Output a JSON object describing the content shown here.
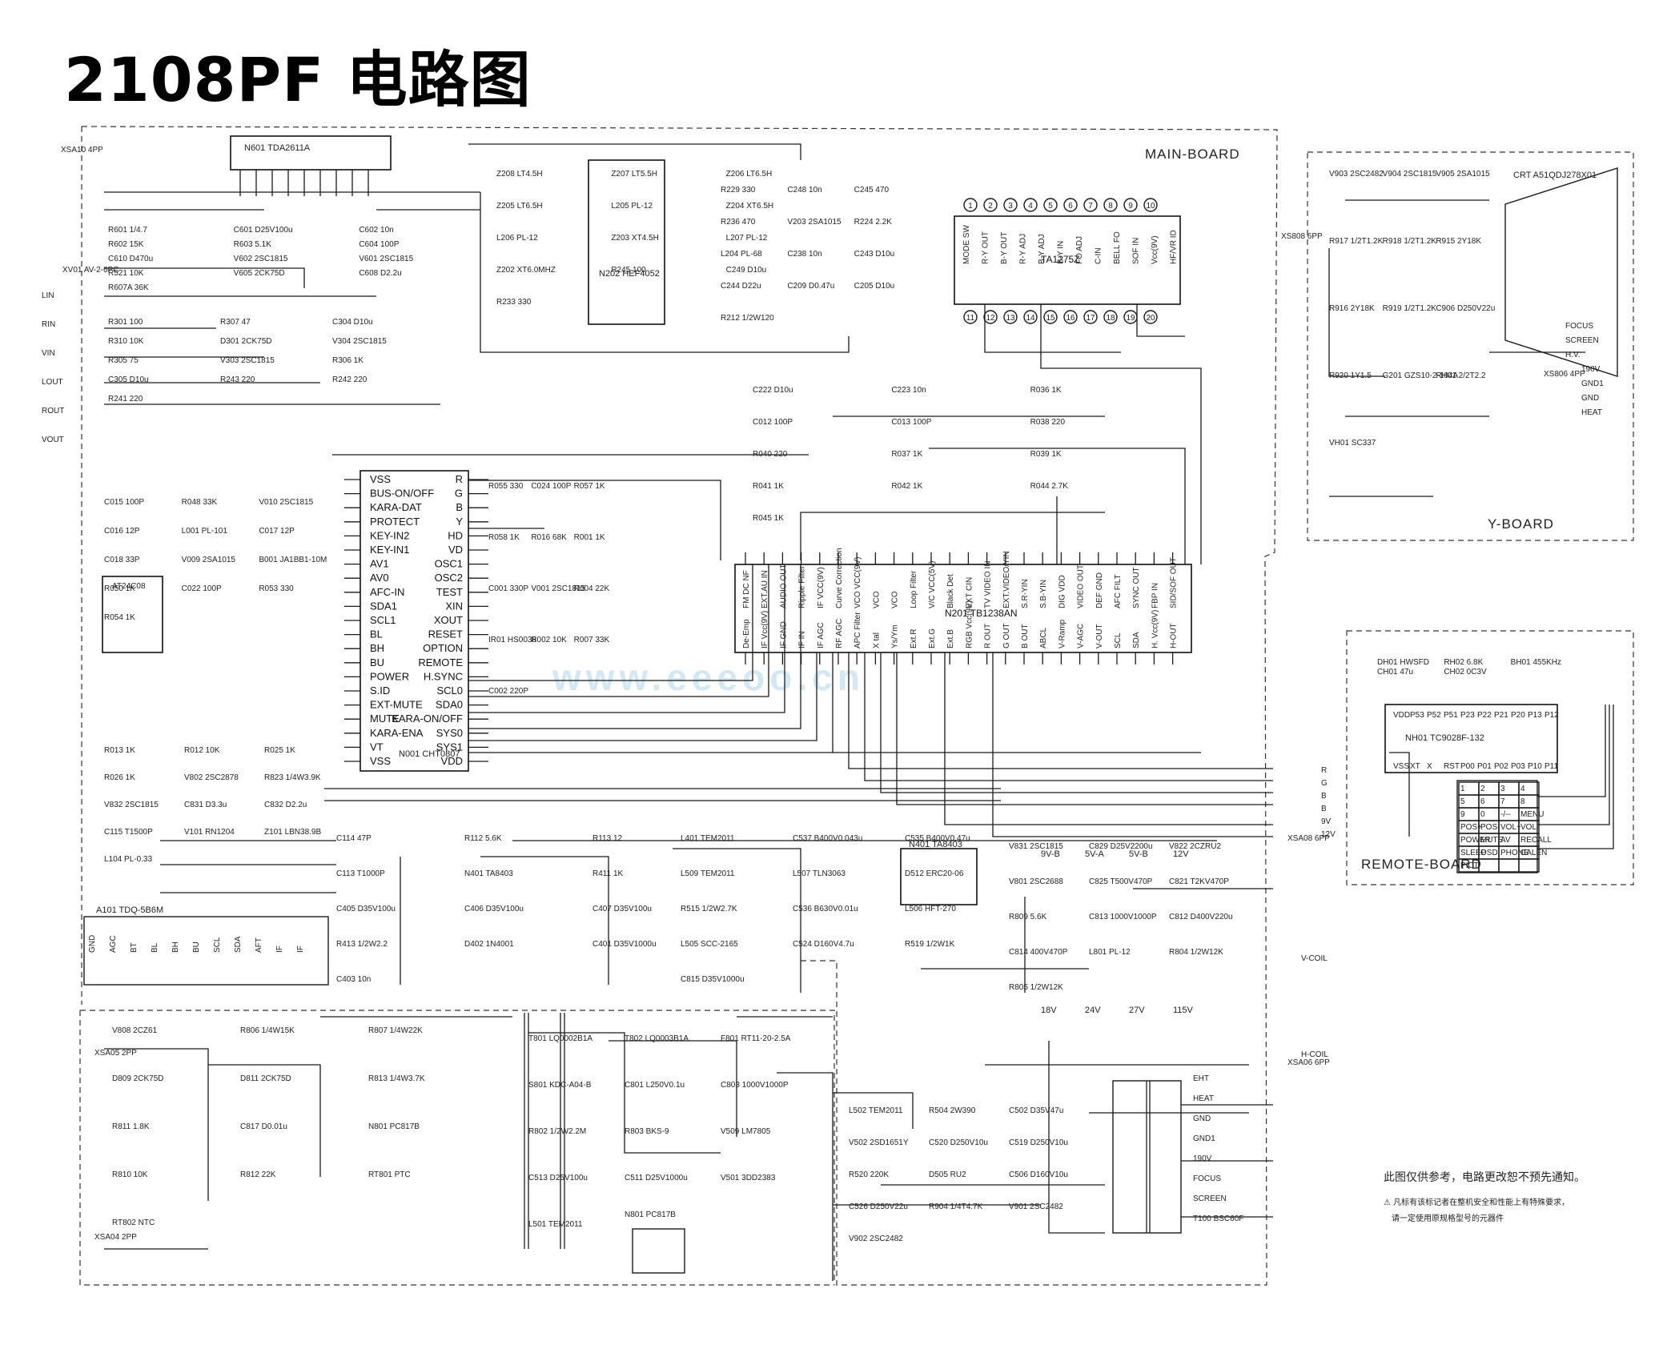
{
  "title": "2108PF 电路图",
  "boards": {
    "main": "MAIN-BOARD",
    "y": "Y-BOARD",
    "remote": "REMOTE-BOARD"
  },
  "watermark": "www.eeeoo.cn",
  "ics": {
    "n601": "N601 TDA2611A",
    "n202": "N202 HEF4052",
    "n201_part": "TA1275Z",
    "n201_main": "N201 TB1238AN",
    "n001": "N001 CHT0807",
    "ac02": "AT24C08",
    "nh01": "NH01 TC9028F-132",
    "n401": "N401 TA8403",
    "n601_sec": "N801 PC817B",
    "crt": "CRT A51QDJ278X01"
  },
  "cpu_left_pins": [
    "VSS",
    "BUS-ON/OFF",
    "KARA-DAT",
    "PROTECT",
    "KEY-IN2",
    "KEY-IN1",
    "AV1",
    "AV0",
    "AFC-IN",
    "SDA1",
    "SCL1",
    "BL",
    "BH",
    "BU",
    "POWER",
    "S.ID",
    "EXT-MUTE",
    "MUTE",
    "KARA-ENA",
    "VT",
    "VSS"
  ],
  "cpu_right_pins": [
    "R",
    "G",
    "B",
    "Y",
    "HD",
    "VD",
    "OSC1",
    "OSC2",
    "TEST",
    "XIN",
    "XOUT",
    "RESET",
    "OPTION",
    "REMOTE",
    "H.SYNC",
    "SCL0",
    "SDA0",
    "KARA-ON/OFF",
    "SYS0",
    "SYS1",
    "VDD"
  ],
  "ta1275_pins": [
    "MODE SW",
    "R-Y OUT",
    "B-Y OUT",
    "R-Y ADJ",
    "B-Y ADJ",
    "B-Y IN",
    "FO ADJ",
    "C-IN",
    "BELL FO",
    "SOF IN",
    "Vcc(9V)",
    "HF/VR ID"
  ],
  "ta1275_pin_numbers": [
    "1",
    "2",
    "3",
    "4",
    "5",
    "6",
    "7",
    "8",
    "9",
    "10",
    "11",
    "12",
    "13",
    "14",
    "15",
    "16",
    "17",
    "18",
    "19",
    "20"
  ],
  "tb1238_top_pins": [
    "FM DC NF",
    "EXT.AU IN",
    "AUDIO OUT",
    "Ripple Filter",
    "IF VCC(9V)",
    "Curve Correction",
    "VCO VCC(9V)",
    "VCO",
    "VCO",
    "Loop Filter",
    "V/C VCC(5V)",
    "Black Det",
    "EXT CIN",
    "TV VIDEO IN",
    "EXT.VIDEO/YIN",
    "S.R-YIN",
    "S.B-YIN",
    "DIG VDD",
    "VIDEO OUT",
    "DEF GND",
    "AFC FILT",
    "SYNC OUT",
    "FBP IN",
    "SID/SOF OUT"
  ],
  "tb1238_bottom_pins": [
    "De-Emp",
    "IF Vcc(9V)",
    "IF GND",
    "IF IN",
    "IF AGC",
    "RF AGC",
    "APC Filter",
    "X tal",
    "Ys/Ym",
    "Ext.R",
    "Ext.G",
    "Ext.B",
    "RGB Vcc(9V)",
    "R OUT",
    "G OUT",
    "B OUT",
    "ABCL",
    "V-Ramp",
    "V-AGC",
    "V-OUT",
    "SCL",
    "SDA",
    "H. Vcc(9V)",
    "H-OUT"
  ],
  "nh01_top_pins": [
    "VDD",
    "P53",
    "P52",
    "P51",
    "P23",
    "P22",
    "P21",
    "P20",
    "P13",
    "P12"
  ],
  "nh01_bottom_pins": [
    "VSS",
    "XT",
    "X",
    "RST",
    "P00",
    "P01",
    "P02",
    "P03",
    "P10",
    "P11"
  ],
  "remote_keys": [
    [
      "1",
      "2",
      "3",
      "4"
    ],
    [
      "5",
      "6",
      "7",
      "8"
    ],
    [
      "9",
      "0",
      "-/--",
      "MENU"
    ],
    [
      "POS+",
      "POS-",
      "VOL+",
      "VOL-"
    ],
    [
      "POWER",
      "MUTE",
      "AV",
      "RECALL"
    ],
    [
      "SLEEP",
      "OSD",
      "PHONE",
      "CALEN"
    ],
    [
      "PICT",
      "",
      "",
      ""
    ]
  ],
  "connectors": {
    "xsa10": "XSA10 4PP",
    "xv01": "XV01 AV-2-6PC",
    "xsa05": "XSA05 2PP",
    "xsa04": "XSA04 2PP",
    "xs808": "XS808 6PP",
    "xs806": "XS806 4PP",
    "xsa08": "XSA08 6PP",
    "xsa06": "XSA06 6PP"
  },
  "av_jack_labels": [
    "LIN",
    "RIN",
    "VIN",
    "LOUT",
    "ROUT",
    "VOUT"
  ],
  "right_out_labels": [
    "R",
    "G",
    "B",
    "B",
    "9V",
    "12V"
  ],
  "crt_labels": [
    "FOCUS",
    "SCREEN",
    "H.V.",
    "190V",
    "GND1",
    "GND",
    "HEAT"
  ],
  "coil_labels": [
    "V-COIL",
    "H-COIL"
  ],
  "fbt_labels": [
    "EHT",
    "HEAT",
    "GND",
    "GND1",
    "190V",
    "FOCUS",
    "SCREEN",
    "T100 BSC60F"
  ],
  "power_labels": [
    "9V-B",
    "5V-A",
    "5V-B",
    "12V",
    "18V",
    "24V",
    "27V",
    "115V"
  ],
  "tuner": "A101 TDQ-5B6M",
  "tuner_pins": [
    "GND",
    "AGC",
    "BT",
    "BL",
    "BH",
    "BU",
    "SCL",
    "SDA",
    "AFT",
    "IF",
    "IF"
  ],
  "notes": {
    "main": "此图仅供参考，电路更改恕不预先通知。",
    "safety_1": "⚠ 凡标有该标记者在整机安全和性能上有特殊要求，",
    "safety_2": "请一定使用原规格型号的元器件"
  },
  "component_labels": [
    "R601 1/4.7",
    "C601 D25V100u",
    "C602 10n",
    "R602 15K",
    "R603 5.1K",
    "C604 100P",
    "C610 D470u",
    "V602 2SC1815",
    "V601 2SC1815",
    "R521 10K",
    "V605 2CK75D",
    "C608 D2.2u",
    "R607A 36K",
    "R301 100",
    "R307 47",
    "C304 D10u",
    "R310 10K",
    "D301 2CK75D",
    "V304 2SC1815",
    "R305 75",
    "V303 2SC1815",
    "R306 1K",
    "C305 D10u",
    "R243 220",
    "R242 220",
    "R241 220",
    "Z208 LT4.5H",
    "Z207 LT5.5H",
    "Z206 LT6.5H",
    "Z205 LT6.5H",
    "L205 PL-12",
    "Z204 XT6.5H",
    "L206 PL-12",
    "Z203 XT4.5H",
    "L207 PL-12",
    "Z202 XT6.0MHZ",
    "R245 100",
    "C249 D10u",
    "R233 330",
    "R229 330",
    "C248 10n",
    "C245 470",
    "R236 470",
    "V203 2SA1015",
    "R224 2.2K",
    "L204 PL-68",
    "C238 10n",
    "C243 D10u",
    "C244 D22u",
    "C209 D0.47u",
    "C205 D10u",
    "R212 1/2W120",
    "C222 D10u",
    "C223 10n",
    "R036 1K",
    "C012 100P",
    "C013 100P",
    "R038 220",
    "R040 220",
    "R037 1K",
    "R039 1K",
    "R041 1K",
    "R042 1K",
    "R044 2.7K",
    "R045 1K",
    "C015 100P",
    "R048 33K",
    "V010 2SC1815",
    "C016 12P",
    "L001 PL-101",
    "C017 12P",
    "C018 33P",
    "V009 2SA1015",
    "B001 JA1BB1-10M",
    "R050 1K",
    "C022 100P",
    "R053 330",
    "R054 1K",
    "R055 330",
    "C024 100P",
    "R057 1K",
    "R058 1K",
    "R016 68K",
    "R001 1K",
    "C001 330P",
    "V001 2SC1815",
    "R004 22K",
    "IR01 HS0038",
    "R002 10K",
    "R007 33K",
    "C002 220P",
    "R013 1K",
    "R012 10K",
    "R025 1K",
    "R026 1K",
    "V802 2SC2878",
    "R823 1/4W3.9K",
    "V832 2SC1815",
    "C831 D3.3u",
    "C832 D2.2u",
    "C115 T1500P",
    "V101 RN1204",
    "Z101 LBN38.9B",
    "L104 PL-0.33",
    "C114 47P",
    "R112 5.6K",
    "R113 12",
    "C113 T1000P",
    "N401 TA8403",
    "R411 1K",
    "C405 D35V100u",
    "C406 D35V100u",
    "C407 D35V100u",
    "R413 1/2W2.2",
    "D402 1N4001",
    "C401 D35V1000u",
    "C403 10n",
    "L401 TEM2011",
    "C537 B400V0.043u",
    "C535 B400V0.47u",
    "L509 TEM2011",
    "L507 TLN3063",
    "D512 ERC20-06",
    "R515 1/2W2.7K",
    "C536 B630V0.01u",
    "L506 HFT-270",
    "L505 SCC-2165",
    "C524 D160V4.7u",
    "R519 1/2W1K",
    "C815 D35V1000u",
    "V831 2SC1815",
    "C829 D25V2200u",
    "V822 2CZRU2",
    "V801 2SC2688",
    "C825 T500V470P",
    "C821 T2KV470P",
    "R809 5.6K",
    "C813 1000V1000P",
    "C812 D400V220u",
    "C814 400V470P",
    "L801 PL-12",
    "R804 1/2W12K",
    "R805 1/2W12K",
    "V808 2CZ61",
    "R806 1/4W15K",
    "R807 1/4W22K",
    "D809 2CK75D",
    "D811 2CK75D",
    "R813 1/4W3.7K",
    "R811 1.8K",
    "C817 D0.01u",
    "N801 PC817B",
    "R810 10K",
    "R812 22K",
    "RT801 PTC",
    "RT802 NTC",
    "T801 LQ0002B1A",
    "T802 LQ0003B1A",
    "F801 RT11-20-2.5A",
    "S801 KDC-A04-B",
    "C801 L250V0.1u",
    "C803 1000V1000P",
    "R802 1/2W2.2M",
    "R803 BKS-9",
    "V509 LM7805",
    "C513 D25V100u",
    "C511 D25V1000u",
    "V501 3DD2383",
    "L501 TEM2011",
    "L502 TEM2011",
    "R504 2W390",
    "C502 D35V47u",
    "V502 2SD1651Y",
    "C520 D250V10u",
    "C519 D250V10u",
    "R520 220K",
    "D505 RU2",
    "C506 D160V10u",
    "C526 D250V22u",
    "R904 1/4T4.7K",
    "V901 2SC2482",
    "V902 2SC2482",
    "V903 2SC2482",
    "V904 2SC1815",
    "V905 2SA1015",
    "R917 1/2T1.2K",
    "R918 1/2T1.2K",
    "R915 2Y18K",
    "R916 2Y18K",
    "R919 1/2T1.2K",
    "C906 D250V22u",
    "R920 1Y1.5",
    "G201 GZS10-2-104A",
    "RH01 2/2T2.2",
    "VH01 SC337",
    "DH01 HWSFD",
    "RH02 6.8K",
    "BH01 455KHz",
    "CH01 47u",
    "CH02 0C3V"
  ],
  "colors": {
    "ink": "#1a1a1a",
    "paper": "#ffffff",
    "watermark": "#9ecbe8"
  }
}
